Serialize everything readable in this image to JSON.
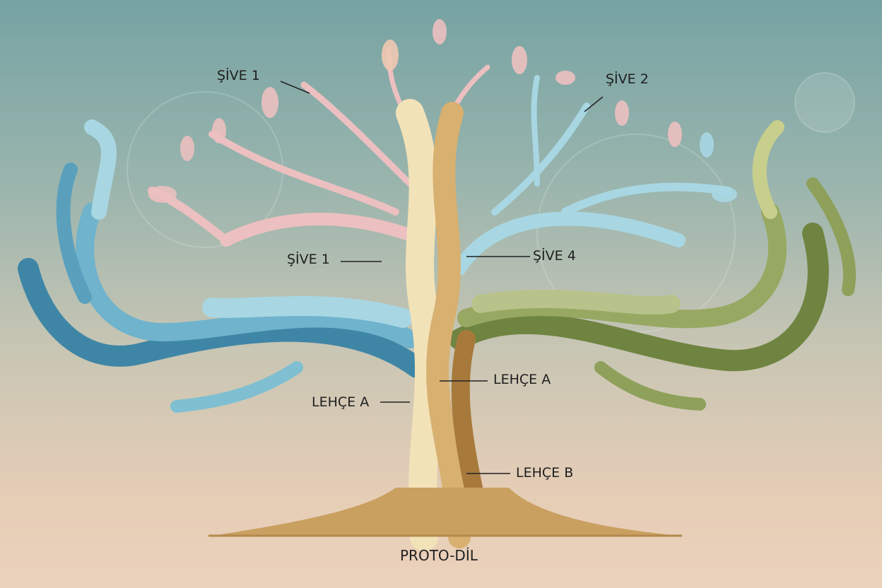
{
  "diagram": {
    "root_label": "PROTO-DİL",
    "labels": {
      "dialect_top_left": "ŞİVE 1",
      "dialect_top_right": "ŞİVE 2",
      "dialect_mid_left": "ŞİVE 1",
      "dialect_mid_right": "ŞİVE 4",
      "language_right": "LEHÇE A",
      "language_left": "LEHÇE A",
      "language_b": "LEHÇE B"
    },
    "colors": {
      "pink": "#ecc0c0",
      "blue": "#7fbfd1",
      "deep_blue": "#3f86a6",
      "green": "#8ea05a",
      "gold": "#d8b070",
      "cream": "#f2e2b8",
      "brown": "#a77a3c"
    }
  }
}
